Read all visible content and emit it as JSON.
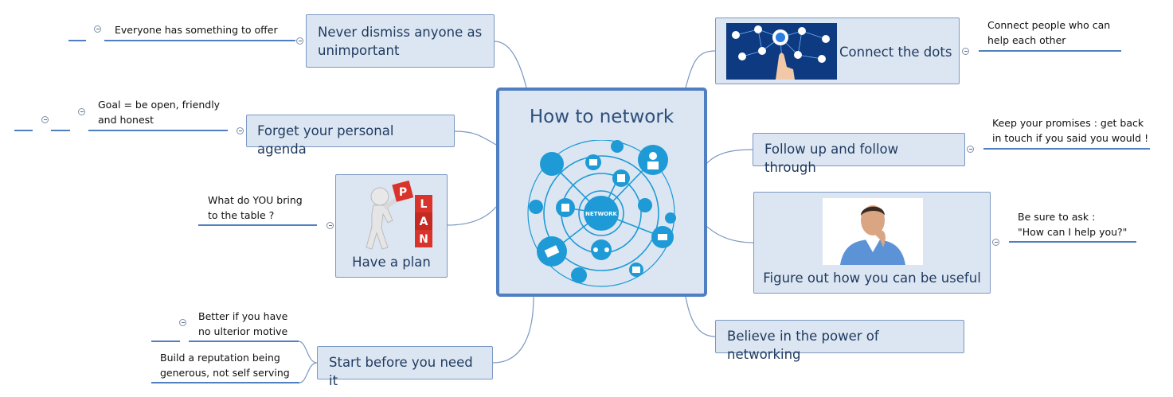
{
  "central": {
    "title": "How to network"
  },
  "topics": {
    "dismiss": {
      "line1": "Never dismiss anyone as",
      "line2": "unimportant"
    },
    "agenda": {
      "label": "Forget your personal agenda"
    },
    "plan": {
      "label": "Have a plan"
    },
    "start": {
      "label": "Start before you need it"
    },
    "dots": {
      "label": "Connect the dots"
    },
    "follow": {
      "label": "Follow up and follow through"
    },
    "useful": {
      "label": "Figure out how you can be useful"
    },
    "believe": {
      "label": "Believe in the power of networking"
    }
  },
  "subtopics": {
    "everyone": {
      "line1": "Everyone has something to offer"
    },
    "goal": {
      "line1": "Goal = be open, friendly",
      "line2": "and honest"
    },
    "bring": {
      "line1": "What do YOU bring",
      "line2": "to the table ?"
    },
    "ulterior": {
      "line1": "Better if you have",
      "line2": "no ulterior motive"
    },
    "reputation": {
      "line1": "Build a reputation being",
      "line2": "generous, not self serving"
    },
    "connect": {
      "line1": "Connect people who can",
      "line2": "help each other"
    },
    "promises": {
      "line1": "Keep your promises : get back",
      "line2": "in touch if you said you would !"
    },
    "ask": {
      "line1": "Be sure to ask :",
      "line2": "\"How can I help you?\""
    }
  },
  "images": {
    "network_label": "NETWORK",
    "plan_letters": [
      "P",
      "L",
      "A",
      "N"
    ]
  },
  "colors": {
    "topic_fill": "#dce6f2",
    "topic_border": "#7c98c1",
    "accent": "#4f7fc1",
    "network_blue": "#1e9ad6"
  }
}
